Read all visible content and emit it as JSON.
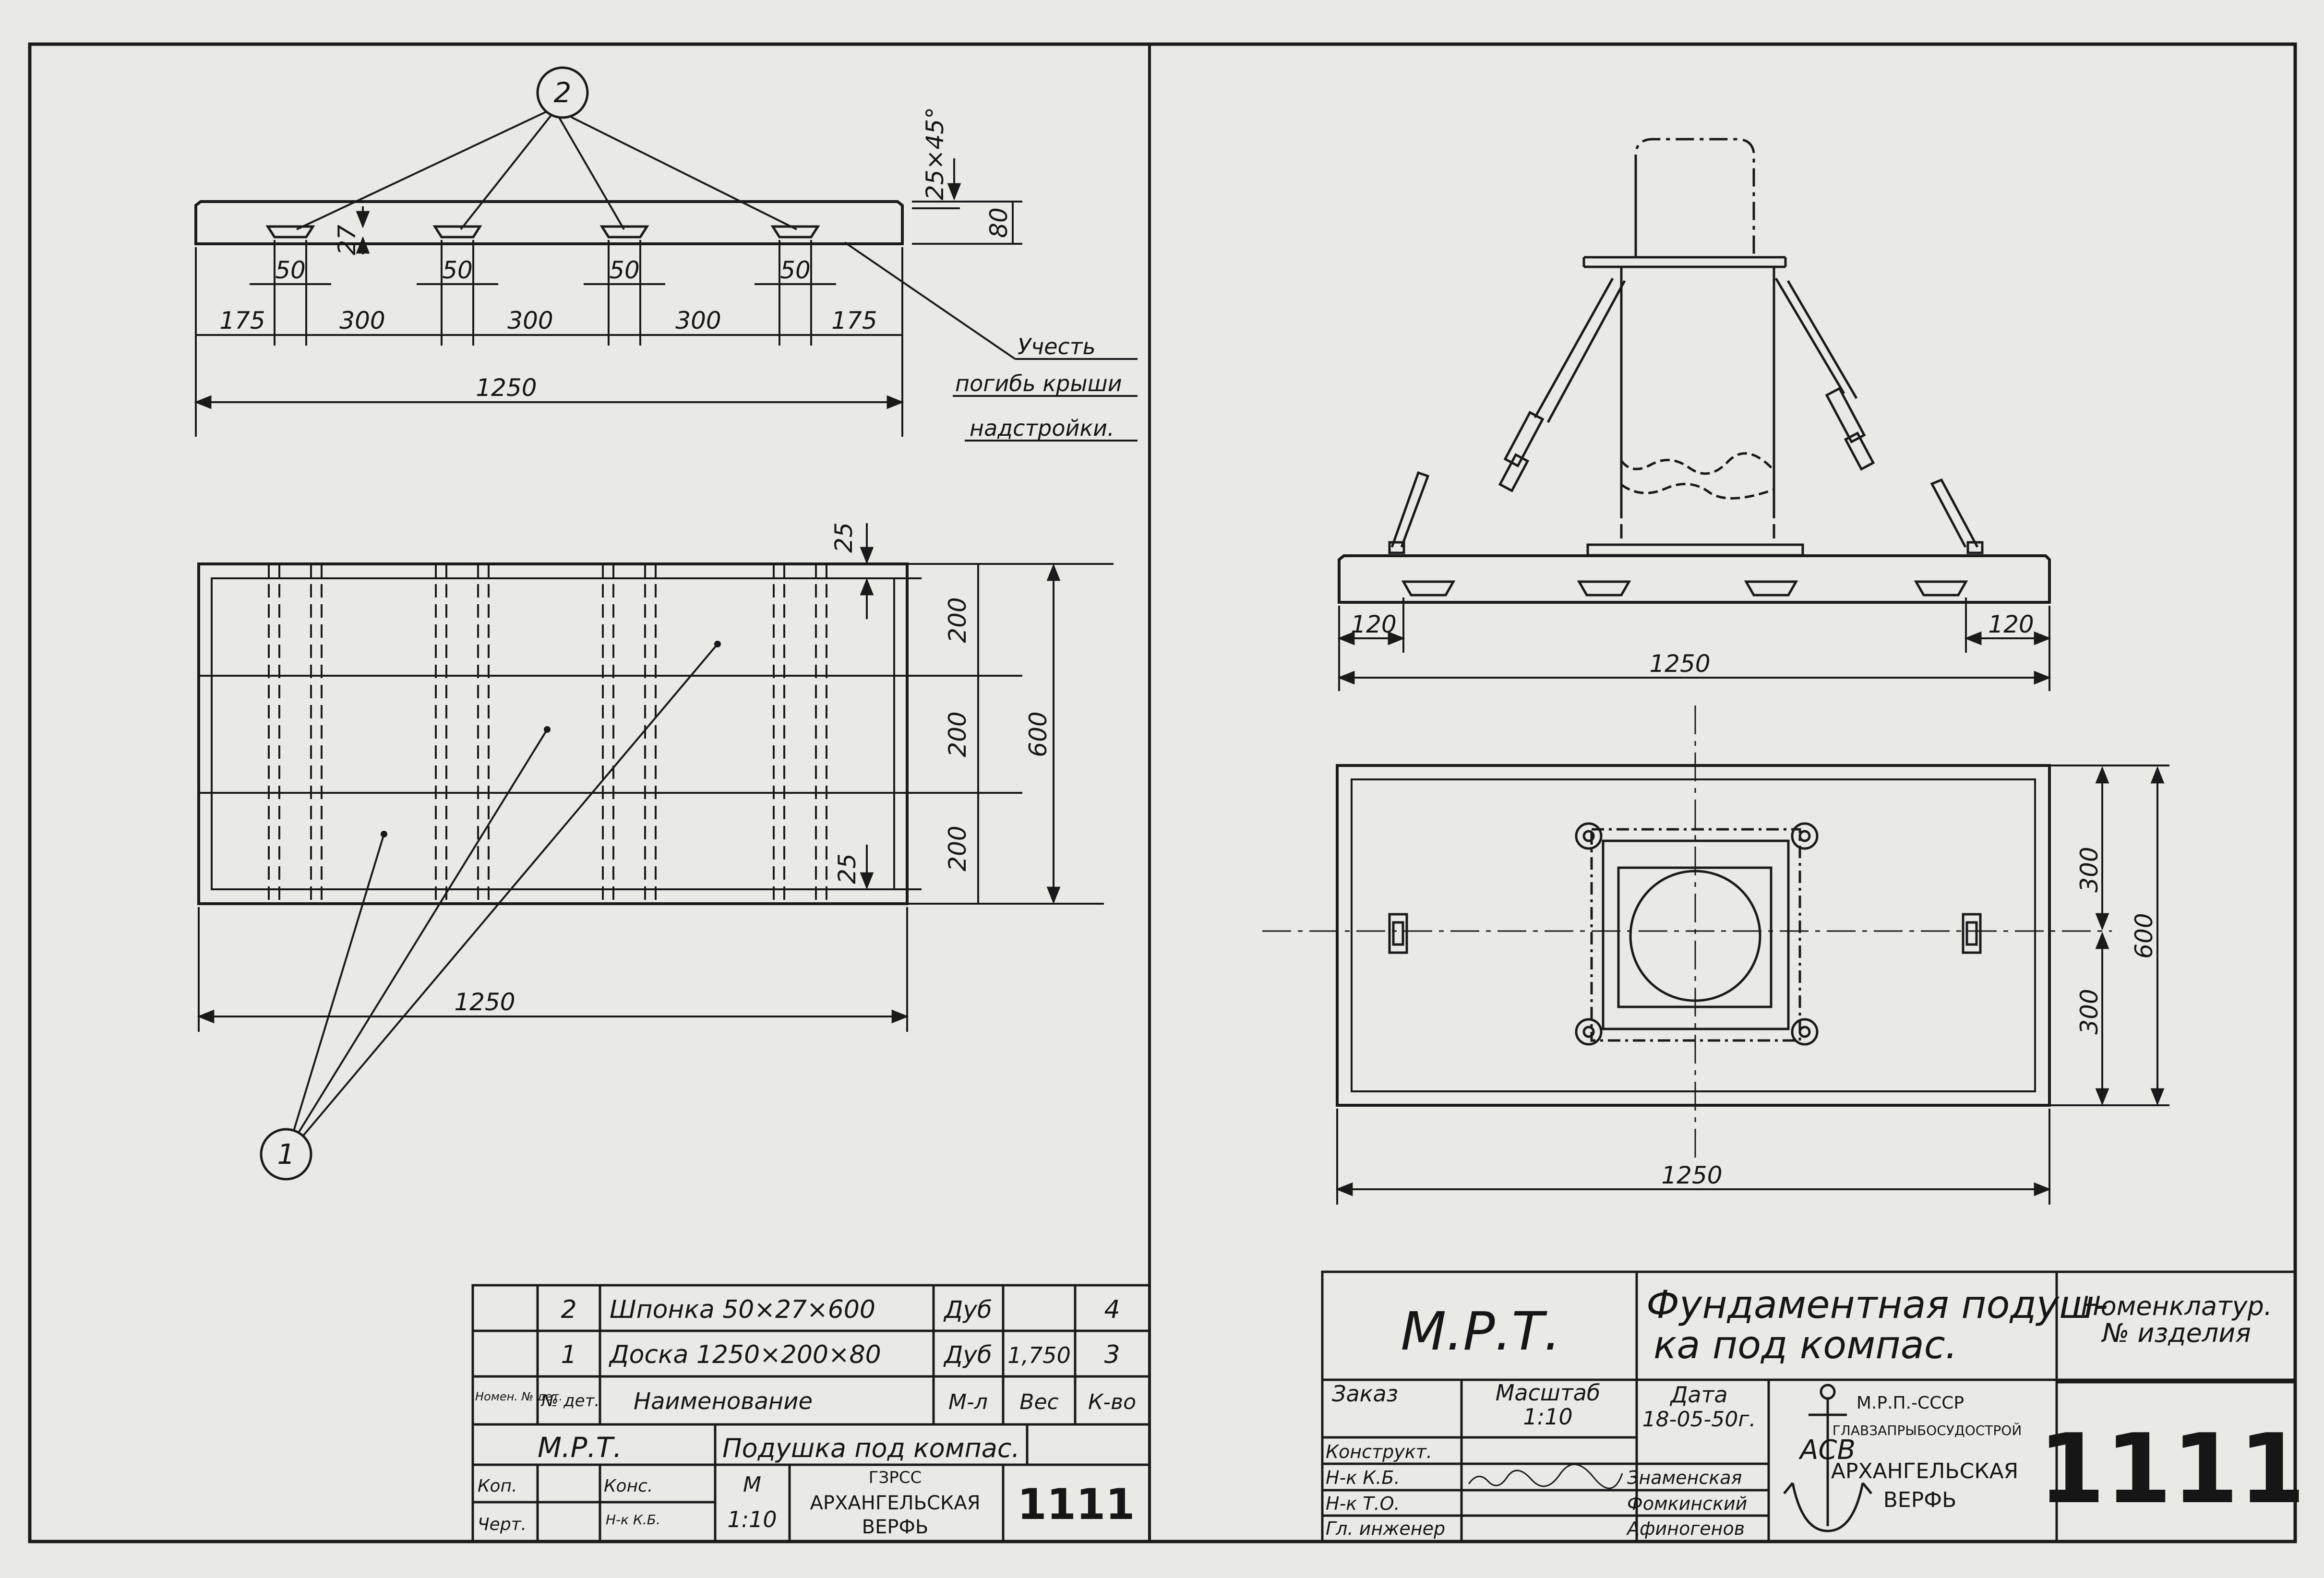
{
  "colors": {
    "paper": "#e9e9e6",
    "ink": "#1a1a1a"
  },
  "left_top": {
    "callout": "2",
    "chamfer": "25×45°",
    "depth": "27",
    "height": "80",
    "key_width": "50",
    "spacing": [
      "175",
      "300",
      "300",
      "300",
      "175"
    ],
    "overall": "1250",
    "note": [
      "Учесть",
      "погибь крыши",
      "надстройки."
    ]
  },
  "left_plan": {
    "edge_top": "25",
    "edge_bottom": "25",
    "rows": [
      "200",
      "200",
      "200"
    ],
    "overall_height": "600",
    "overall_width": "1250",
    "callout": "1"
  },
  "right_elev": {
    "edge_left": "120",
    "edge_right": "120",
    "overall": "1250"
  },
  "right_plan": {
    "half_top": "300",
    "half_bottom": "300",
    "overall_height": "600",
    "overall_width": "1250"
  },
  "parts_table": {
    "rows": [
      {
        "pos": "2",
        "name": "Шпонка 50×27×600",
        "material": "Дуб",
        "weight": "",
        "qty": "4"
      },
      {
        "pos": "1",
        "name": "Доска 1250×200×80",
        "material": "Дуб",
        "weight": "1,750",
        "qty": "3"
      }
    ],
    "headers": {
      "pos": "Номен. № дет.",
      "no": "№ дет.",
      "name": "Наименование",
      "material": "М-л",
      "weight": "Вес",
      "qty": "К-во"
    }
  },
  "small_title": {
    "code": "М.Р.Т.",
    "title": "Подушка под компас.",
    "kop": "Коп.",
    "chert": "Черт.",
    "kons": "Конс.",
    "nk": "Н-к К.Б.",
    "scale_label": "М",
    "scale": "1:10",
    "org": [
      "ГЗРСС",
      "АРХАНГЕЛЬСКАЯ",
      "ВЕРФЬ"
    ],
    "number": "1111"
  },
  "main_title": {
    "code": "М.Р.Т.",
    "title_line1": "Фундаментная подуш-",
    "title_line2": "ка под компас.",
    "nomen_line1": "Номенклатур.",
    "nomen_line2": "№ изделия",
    "order_label": "Заказ",
    "scale_label": "Масштаб",
    "scale": "1:10",
    "date_label": "Дата",
    "date": "18-05-50г.",
    "roles": [
      "Конструкт.",
      "Н-к К.Б.",
      "Н-к Т.О.",
      "Гл. инженер"
    ],
    "names": [
      "Знаменская",
      "Фомкинский",
      "Афиногенов"
    ],
    "org": [
      "М.Р.П.-СССР",
      "ГЛАВЗАПРЫБОСУДОСТРОЙ",
      "АРХАНГЕЛЬСКАЯ",
      "ВЕРФЬ"
    ],
    "logo_text": "АСВ",
    "number": "1111"
  }
}
